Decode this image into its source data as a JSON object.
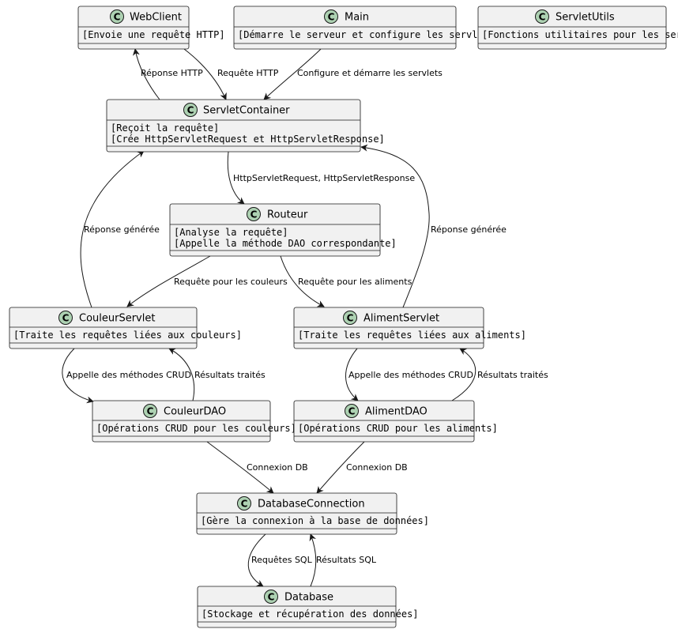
{
  "classes": {
    "webclient": {
      "name": "WebClient",
      "stereotype": "C",
      "notes": [
        "[Envoie une requête HTTP]"
      ]
    },
    "main": {
      "name": "Main",
      "stereotype": "C",
      "notes": [
        "[Démarre le serveur et configure les servlets]"
      ]
    },
    "servletutils": {
      "name": "ServletUtils",
      "stereotype": "C",
      "notes": [
        "[Fonctions utilitaires pour les servlets]"
      ]
    },
    "servletcontainer": {
      "name": "ServletContainer",
      "stereotype": "C",
      "notes": [
        "[Reçoit la requête]",
        "[Crée HttpServletRequest et HttpServletResponse]"
      ]
    },
    "routeur": {
      "name": "Routeur",
      "stereotype": "C",
      "notes": [
        "[Analyse la requête]",
        "[Appelle la méthode DAO correspondante]"
      ]
    },
    "couleurservlet": {
      "name": "CouleurServlet",
      "stereotype": "C",
      "notes": [
        "[Traite les requêtes liées aux couleurs]"
      ]
    },
    "alimentservlet": {
      "name": "AlimentServlet",
      "stereotype": "C",
      "notes": [
        "[Traite les requêtes liées aux aliments]"
      ]
    },
    "couleurdao": {
      "name": "CouleurDAO",
      "stereotype": "C",
      "notes": [
        "[Opérations CRUD pour les couleurs]"
      ]
    },
    "alimentdao": {
      "name": "AlimentDAO",
      "stereotype": "C",
      "notes": [
        "[Opérations CRUD pour les aliments]"
      ]
    },
    "databaseconnection": {
      "name": "DatabaseConnection",
      "stereotype": "C",
      "notes": [
        "[Gère la connexion à la base de données]"
      ]
    },
    "database": {
      "name": "Database",
      "stereotype": "C",
      "notes": [
        "[Stockage et récupération des données]"
      ]
    }
  },
  "edges": {
    "reponse_http": "Réponse HTTP",
    "requete_http": "Requête HTTP",
    "configure": "Configure et démarre les servlets",
    "http_objects": "HttpServletRequest, HttpServletResponse",
    "reponse_generee_left": "Réponse générée",
    "reponse_generee_right": "Réponse générée",
    "requete_couleurs": "Requête pour les couleurs",
    "requete_aliments": "Requête pour les aliments",
    "appelle_crud_left": "Appelle des méthodes CRUD",
    "resultats_left": "Résultats traités",
    "appelle_crud_right": "Appelle des méthodes CRUD",
    "resultats_right": "Résultats traités",
    "connexion_db_left": "Connexion DB",
    "connexion_db_right": "Connexion DB",
    "requetes_sql": "Requêtes SQL",
    "resultats_sql": "Résultats SQL"
  },
  "colors": {
    "class_fill": "#f1f1f1",
    "class_border": "#181818",
    "stereotype_circle": "#add1b2"
  }
}
